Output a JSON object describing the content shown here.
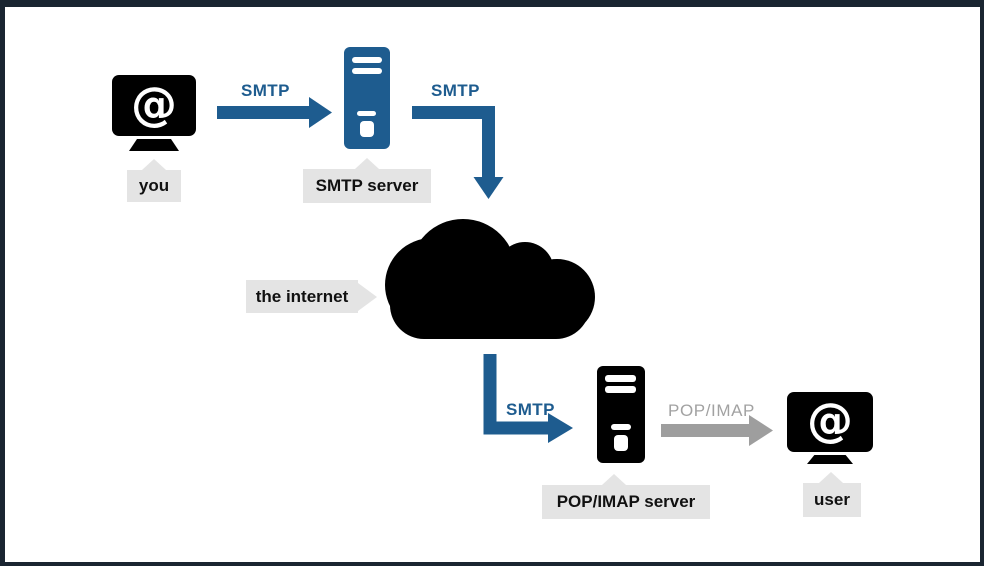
{
  "colors": {
    "accent_blue": "#1e5c8f",
    "arrow_gray": "#9e9e9e",
    "label_text_gray": "#a2a2a2",
    "label_bg": "#e4e4e4",
    "frame_border": "#1a2531",
    "node_black": "#000000",
    "background": "#ffffff"
  },
  "nodes": {
    "you": {
      "label": "you",
      "icon": "monitor-at-icon",
      "glyph": "@"
    },
    "smtp_server": {
      "label": "SMTP server",
      "icon": "server-tower-icon"
    },
    "internet": {
      "label": "the internet",
      "icon": "cloud-icon"
    },
    "pop_imap_server": {
      "label": "POP/IMAP server",
      "icon": "server-tower-icon"
    },
    "user": {
      "label": "user",
      "icon": "monitor-at-icon",
      "glyph": "@"
    }
  },
  "edges": [
    {
      "label": "SMTP",
      "from": "you",
      "to": "smtp_server",
      "color": "#1e5c8f"
    },
    {
      "label": "SMTP",
      "from": "smtp_server",
      "to": "internet",
      "color": "#1e5c8f"
    },
    {
      "label": "SMTP",
      "from": "internet",
      "to": "pop_imap_server",
      "color": "#1e5c8f"
    },
    {
      "label": "POP/IMAP",
      "from": "pop_imap_server",
      "to": "user",
      "color": "#9e9e9e"
    }
  ]
}
